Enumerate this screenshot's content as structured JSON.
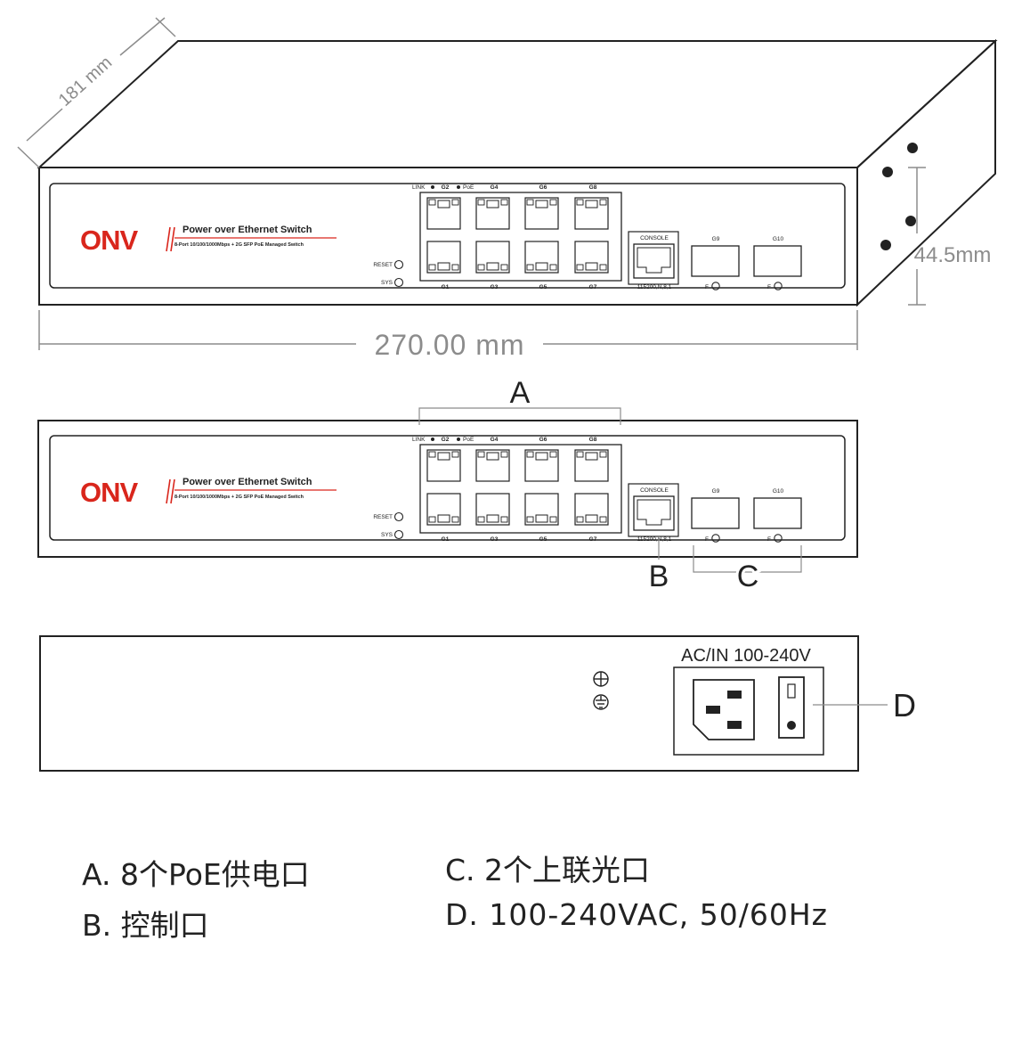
{
  "dimensions": {
    "depth": "181 mm",
    "height": "44.5mm",
    "width": "270.00 mm"
  },
  "panel": {
    "brand": "ONV",
    "product_title": "Power over Ethernet Switch",
    "product_subtitle": "8-Port 10/100/1000Mbps + 2G SFP PoE Managed Switch",
    "led_link": "LINK",
    "led_poe": "PoE",
    "top_ports": [
      "G2",
      "G4",
      "G6",
      "G8"
    ],
    "bottom_ports": [
      "G1",
      "G3",
      "G5",
      "G7"
    ],
    "console_label": "CONSOLE",
    "console_params": "115200,N,8,1",
    "sfp_ports": [
      "G9",
      "G10"
    ],
    "sfp_led": "F",
    "reset_label": "RESET",
    "sys_label": "SYS"
  },
  "callouts": {
    "a": "A",
    "b": "B",
    "c": "C",
    "d": "D"
  },
  "rear": {
    "power_label": "AC/IN 100-240V"
  },
  "legend": {
    "a": "A. 8个PoE供电口",
    "b": "B. 控制口",
    "c": "C. 2个上联光口",
    "d": "D. 100-240VAC, 50/60Hz"
  },
  "colors": {
    "brand_red": "#d9261c",
    "line": "#222222",
    "dim": "#8c8c8c"
  }
}
